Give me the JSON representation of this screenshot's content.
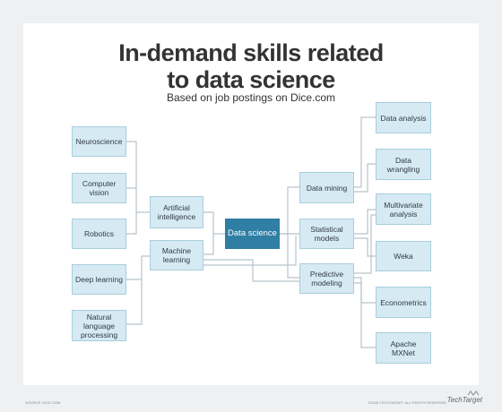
{
  "header": {
    "title_line1": "In-demand skills related",
    "title_line2": "to data science",
    "subtitle": "Based on job postings on Dice.com"
  },
  "diagram": {
    "center": "Data science",
    "left_hubs": {
      "artificial_intelligence": "Artificial intelligence",
      "machine_learning": "Machine learning"
    },
    "left_leaves": {
      "neuroscience": "Neuroscience",
      "computer_vision": "Computer vision",
      "robotics": "Robotics",
      "deep_learning": "Deep learning",
      "nlp": "Natural language processing"
    },
    "right_hubs": {
      "data_mining": "Data mining",
      "statistical_models": "Statistical models",
      "predictive_modeling": "Predictive modeling"
    },
    "right_leaves": {
      "data_analysis": "Data analysis",
      "data_wrangling": "Data wrangling",
      "multivariate_analysis": "Multivariate analysis",
      "weka": "Weka",
      "econometrics": "Econometrics",
      "apache_mxnet": "Apache MXNet"
    }
  },
  "footer": {
    "source": "SOURCE: DICE.COM",
    "rights": "©2018 TECHTARGET. ALL RIGHTS RESERVED",
    "brand": "TechTarget"
  },
  "colors": {
    "node_fill": "#d6eaf3",
    "node_border": "#a8cddd",
    "center_fill": "#2f7ea3",
    "connector": "#b7c3cb"
  }
}
